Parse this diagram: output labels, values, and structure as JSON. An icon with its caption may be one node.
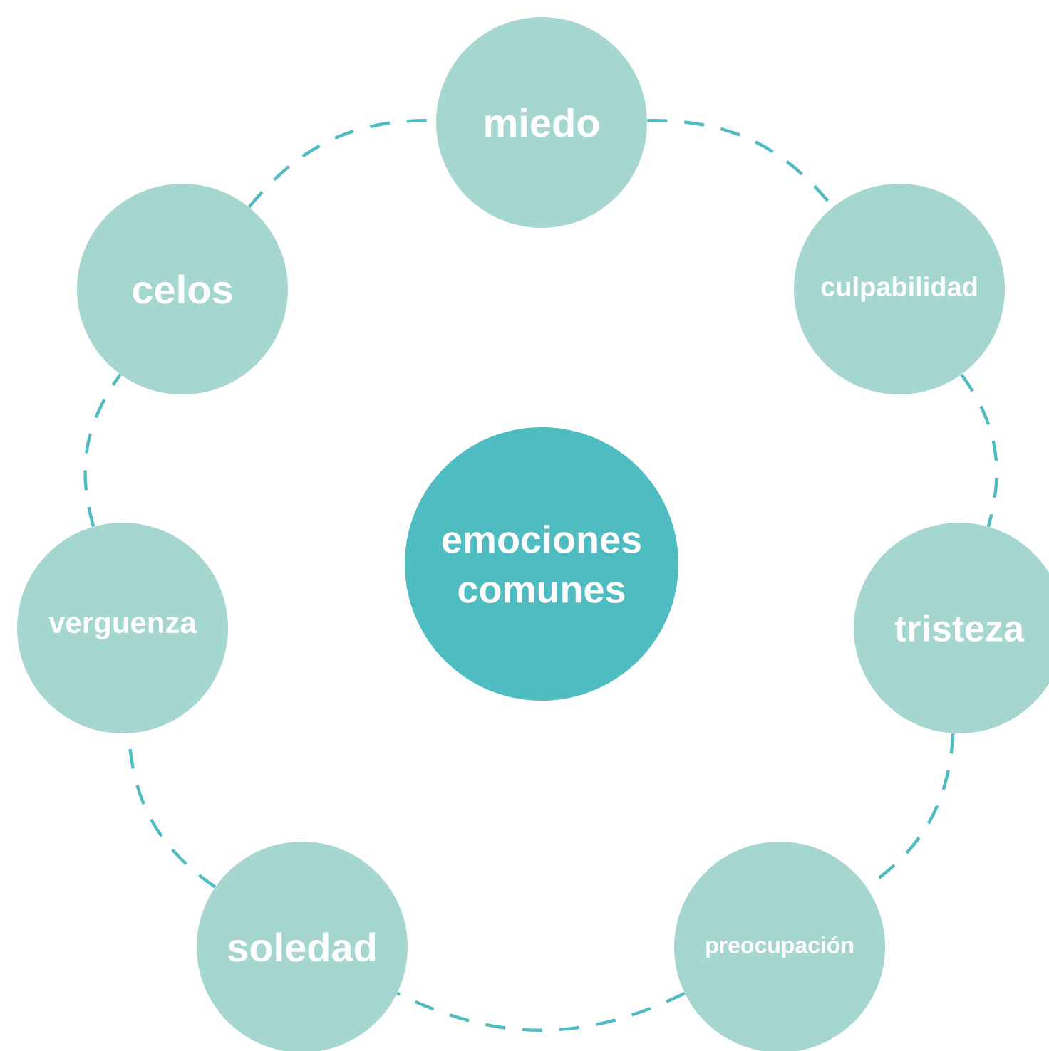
{
  "diagram": {
    "nodes": [
      {
        "text": [
          "emociones comunes"
        ]
      },
      {
        "text": [
          "miedo"
        ]
      },
      {
        "text": [
          "culpabilidad"
        ]
      },
      {
        "text": [
          "tristeza"
        ]
      },
      {
        "text": [
          "preocupación"
        ]
      },
      {
        "text": [
          "soledad"
        ]
      },
      {
        "text": [
          "verguenza"
        ]
      },
      {
        "text": [
          "celos"
        ]
      }
    ],
    "edges": [
      {
        "from": 1,
        "to": 2,
        "arrow": "none",
        "style": "dashed"
      },
      {
        "from": 2,
        "to": 3,
        "arrow": "none",
        "style": "dashed"
      },
      {
        "from": 3,
        "to": 4,
        "arrow": "none",
        "style": "dashed"
      },
      {
        "from": 4,
        "to": 5,
        "arrow": "none",
        "style": "dashed"
      },
      {
        "from": 5,
        "to": 6,
        "arrow": "none",
        "style": "dashed"
      },
      {
        "from": 6,
        "to": 7,
        "arrow": "none",
        "style": "dashed"
      },
      {
        "from": 7,
        "to": 1,
        "arrow": "none",
        "style": "dashed"
      }
    ]
  }
}
